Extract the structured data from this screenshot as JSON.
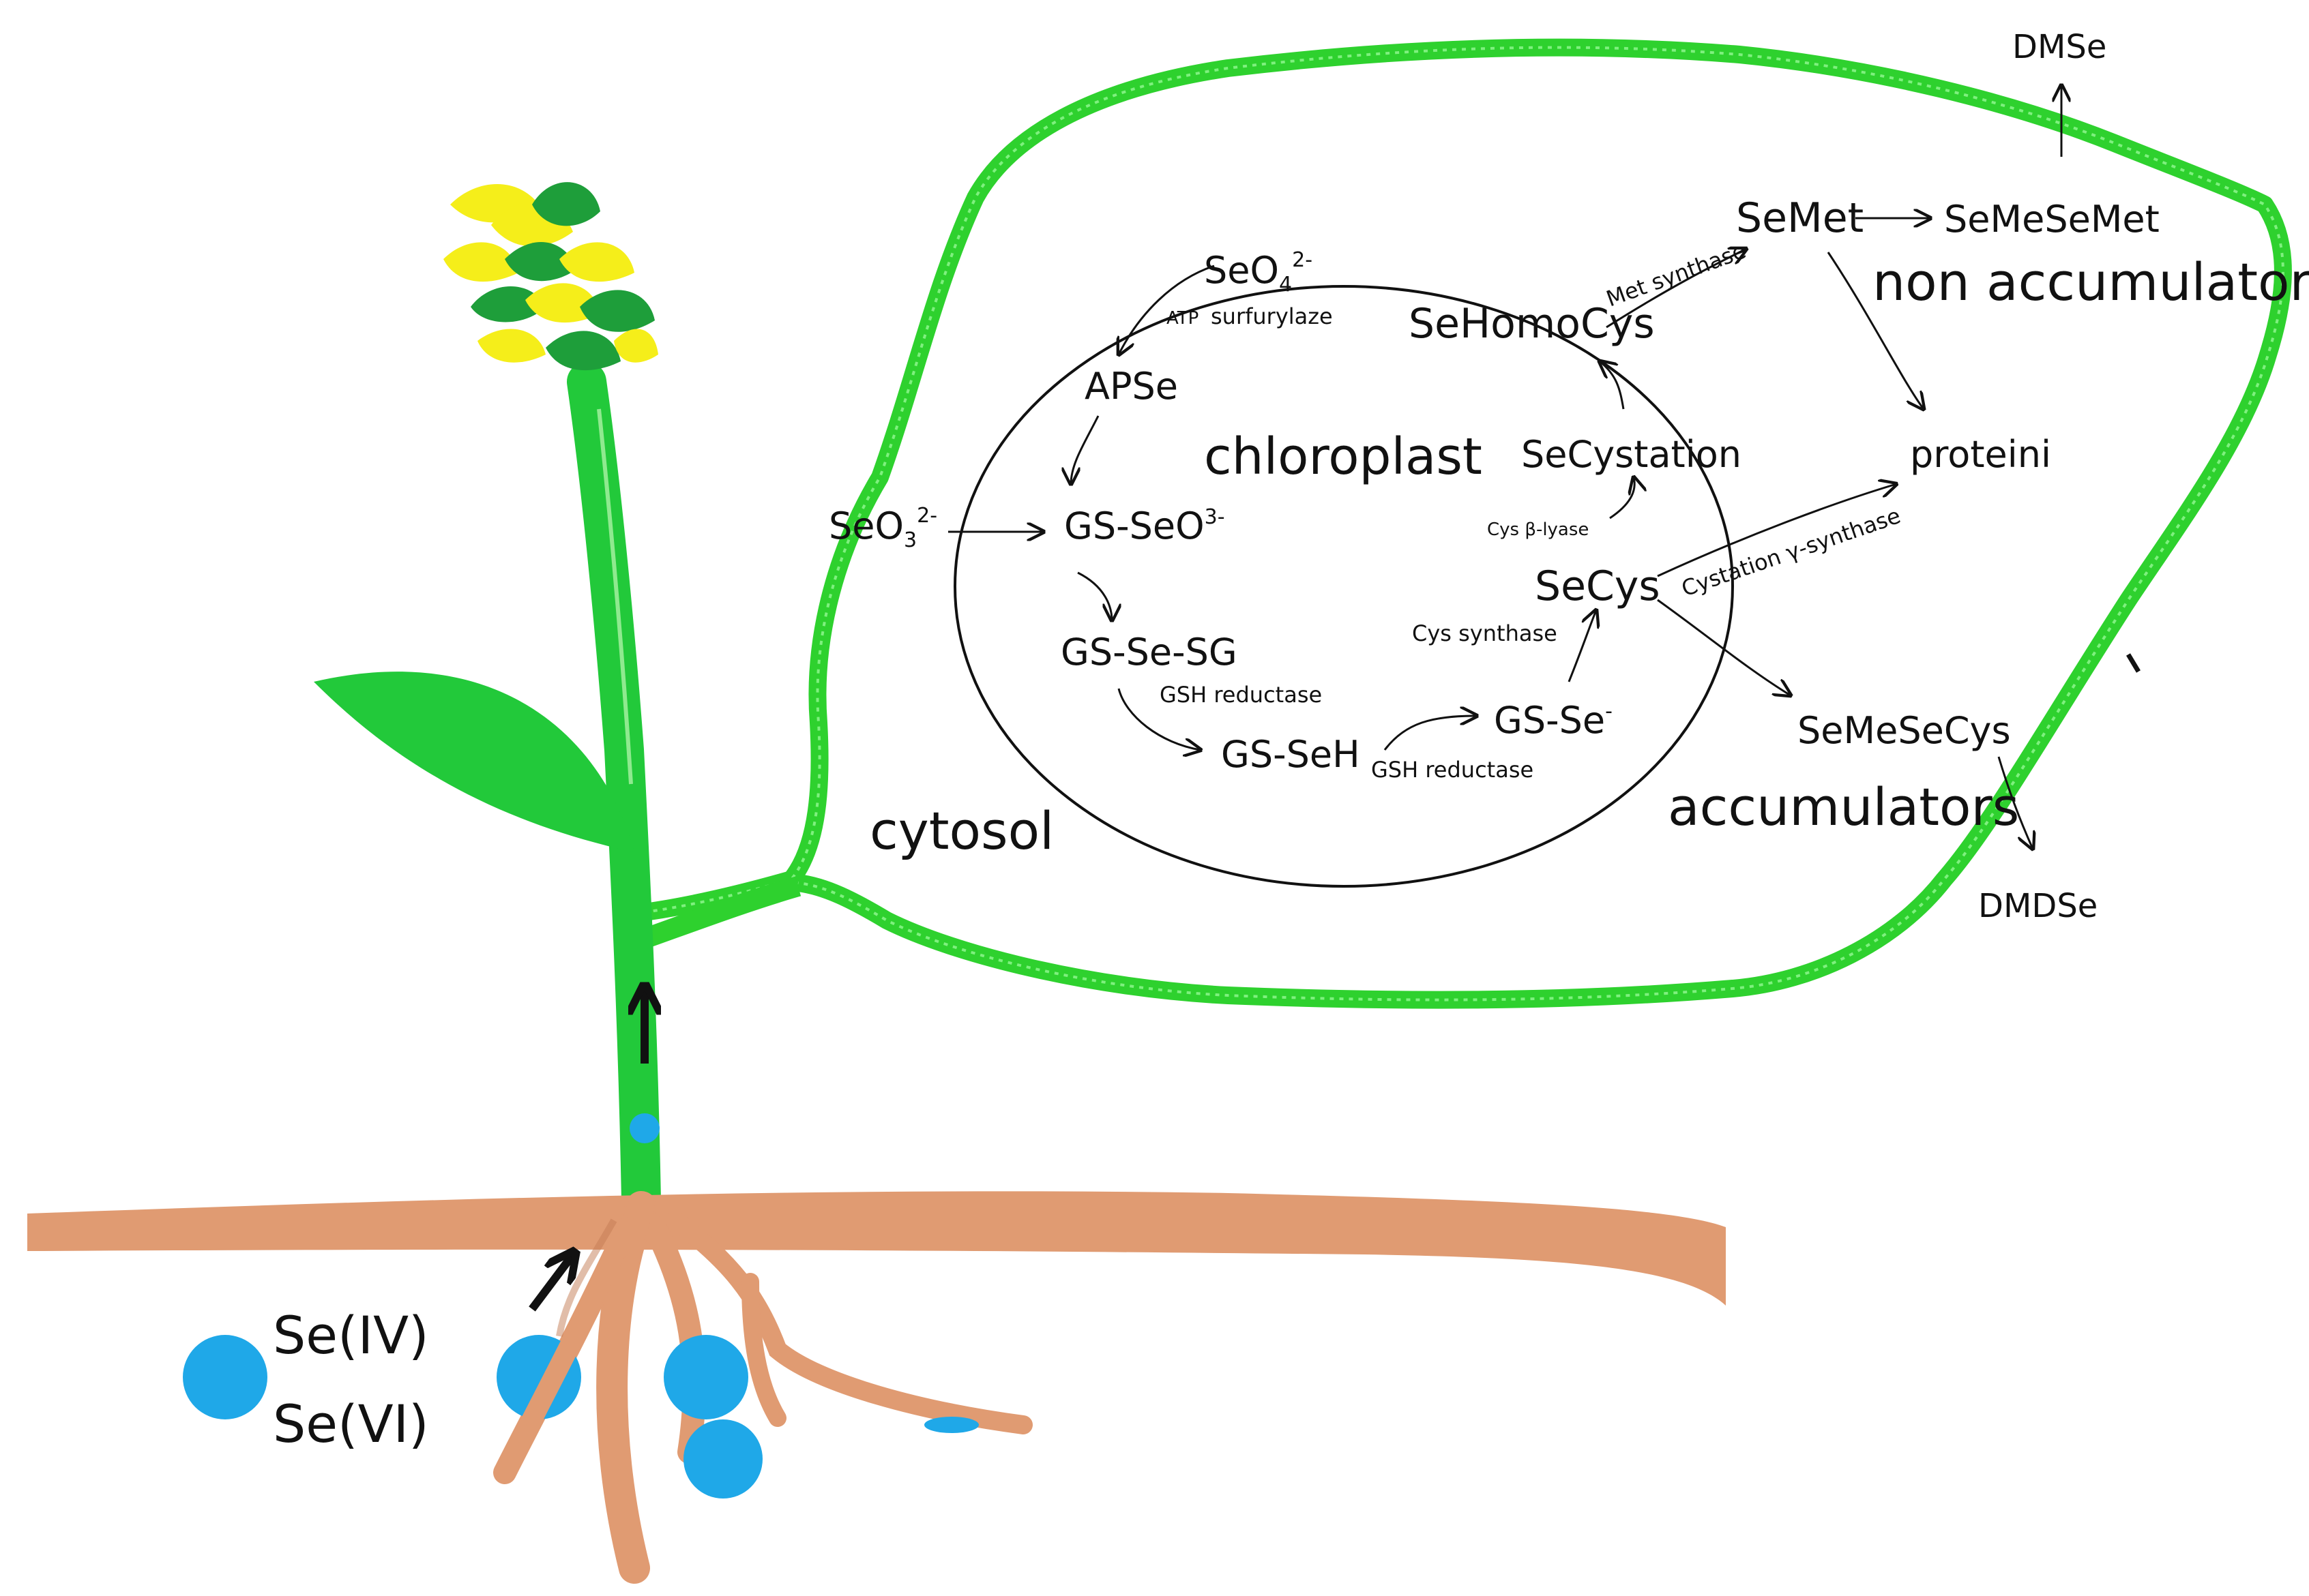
{
  "colors": {
    "cell_wall": "#2ed12e",
    "stem": "#22c93a",
    "root": "#e09b72",
    "root_shadow": "#c47c54",
    "ion": "#1fa8e8",
    "flower_yellow": "#f5ee1a",
    "flower_green": "#1e9e3a",
    "arrow": "#111111"
  },
  "labels": {
    "dmse": "DMSe",
    "semet": "SeMet",
    "semesemet": "SeMeSeMet",
    "non_accumulators": "non accumulators",
    "seo4": "SeO",
    "seo4_sub": "4",
    "seo4_sup": "2-",
    "atp": "ATP",
    "surfurylaze": "surfurylaze",
    "apse": "APSe",
    "sehomocys": "SeHomoCys",
    "met_synthase": "Met synthase",
    "chloroplast": "chloroplast",
    "secystation": "SeCystation",
    "proteini": "proteini",
    "seo3": "SeO",
    "seo3_sub": "3",
    "seo3_sup": "2-",
    "gs_seo3": "GS-SeO",
    "gs_seo3_sup": "3-",
    "cys_beta_lyase": "Cys β-lyase",
    "cystation_synthase": "Cystation γ-synthase",
    "secys": "SeCys",
    "gs_se_sg": "GS-Se-SG",
    "cys_synthase": "Cys synthase",
    "gsh_reductase_1": "GSH reductase",
    "gs_se": "GS-Se",
    "gs_se_sup": "-",
    "semesecys": "SeMeSeCys",
    "gs_seh": "GS-SeH",
    "gsh_reductase_2": "GSH reductase",
    "cytosol": "cytosol",
    "accumulators": "accumulators",
    "dmdse": "DMDSe",
    "se_iv": "Se(IV)",
    "se_vi": "Se(VI)"
  }
}
